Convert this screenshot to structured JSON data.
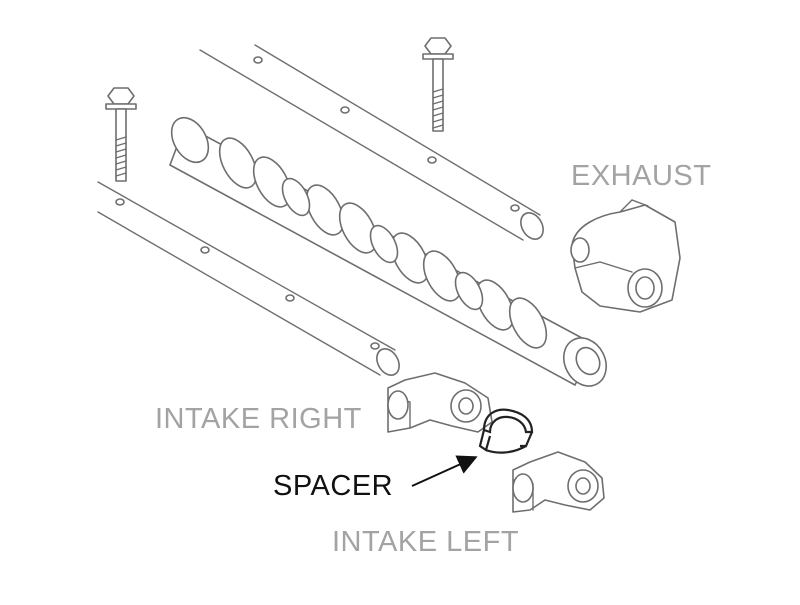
{
  "labels": {
    "exhaust": "EXHAUST",
    "intake_right": "INTAKE RIGHT",
    "spacer": "SPACER",
    "intake_left": "INTAKE LEFT"
  },
  "colors": {
    "label_gray": "#a3a3a3",
    "label_dark": "#111111",
    "line_art": "#6e6e6e",
    "highlight": "#222222"
  }
}
